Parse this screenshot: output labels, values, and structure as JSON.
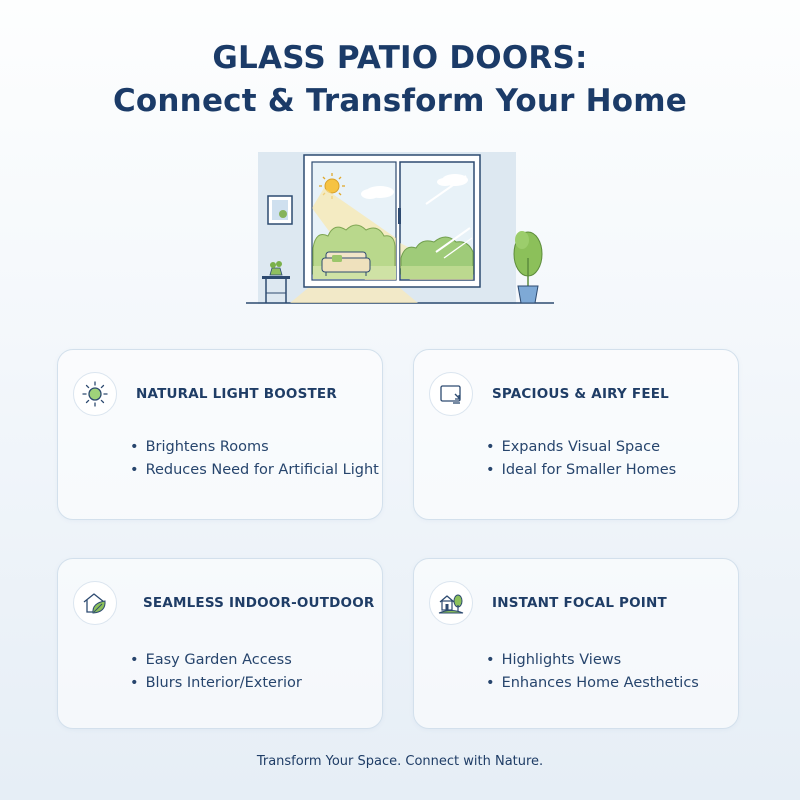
{
  "title": {
    "line1": "GLASS PATIO DOORS:",
    "line2": "Connect & Transform Your Home"
  },
  "illustration": {
    "icon": "patio-door-living-room-illustration"
  },
  "cards": [
    {
      "icon": "sun-icon",
      "heading": "NATURAL LIGHT BOOSTER",
      "bullets": [
        "Brightens Rooms",
        "Reduces Need for Artificial Light"
      ]
    },
    {
      "icon": "expand-screen-icon",
      "heading": "SPACIOUS & AIRY FEEL",
      "bullets": [
        "Expands Visual Space",
        "Ideal for Smaller Homes"
      ]
    },
    {
      "icon": "house-leaf-icon",
      "heading": "SEAMLESS INDOOR-OUTDOOR",
      "bullets": [
        "Easy Garden Access",
        "Blurs Interior/Exterior"
      ]
    },
    {
      "icon": "house-tree-icon",
      "heading": "INSTANT FOCAL POINT",
      "bullets": [
        "Highlights Views",
        "Enhances Home Aesthetics"
      ]
    }
  ],
  "footer": "Transform Your Space. Connect with Nature.",
  "colors": {
    "title": "#1b3b68",
    "card_border": "#d3e0ec",
    "accent_green": "#7ab04a",
    "accent_sun": "#f2b52b"
  }
}
